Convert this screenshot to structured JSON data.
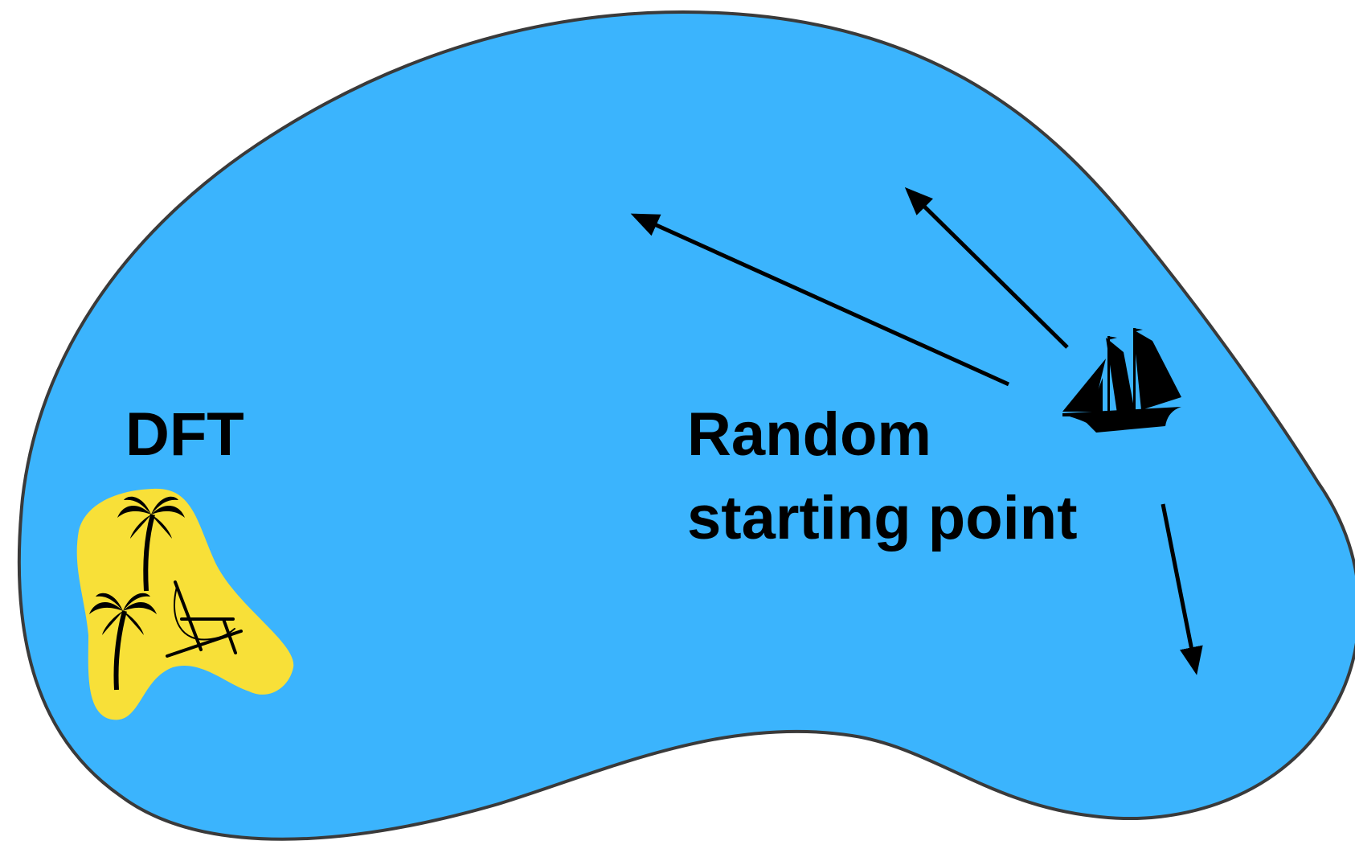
{
  "diagram": {
    "labels": {
      "island_label": "DFT",
      "start_label_line1": "Random",
      "start_label_line2": "starting point"
    },
    "colors": {
      "sea_fill": "#3bb4fd",
      "sea_outline": "#3a3a3a",
      "island_fill": "#f8e038",
      "ink": "#000000"
    },
    "icons": {
      "ship": "sailing-ship-icon",
      "palm_tree": "palm-tree-icon",
      "beach_chair": "beach-chair-icon",
      "arrow": "arrow-icon"
    }
  }
}
